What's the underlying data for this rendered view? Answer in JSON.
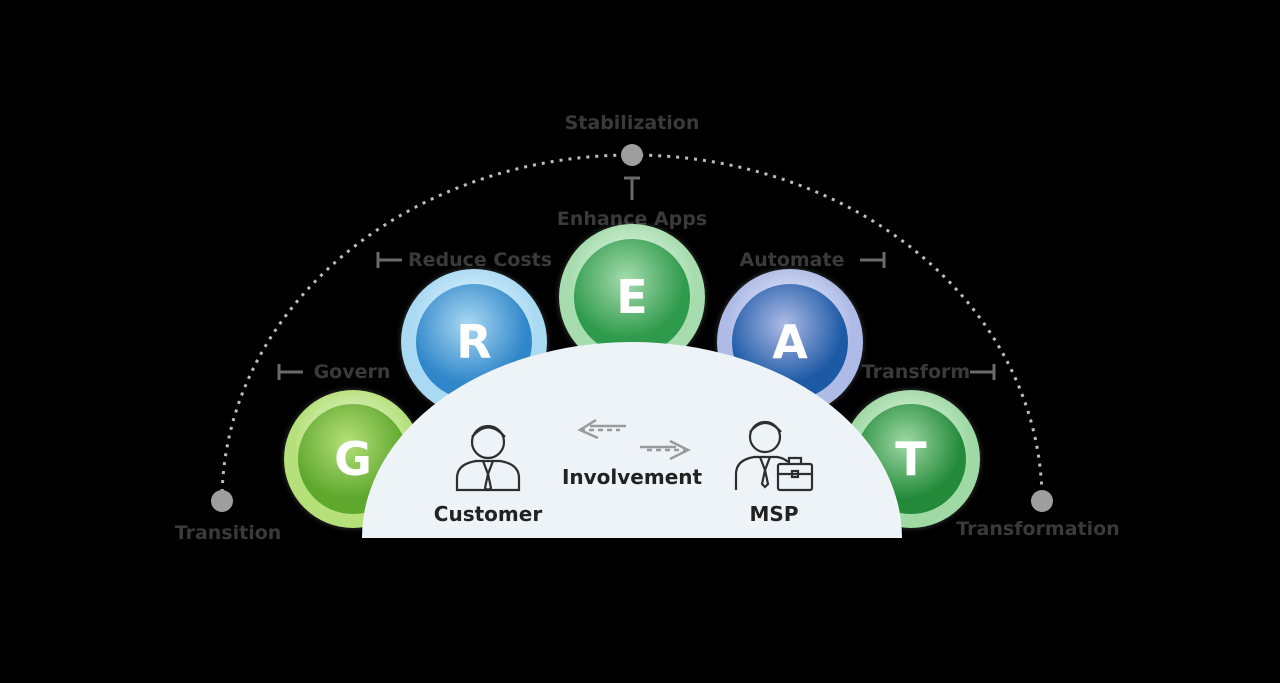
{
  "stages": {
    "left": "Transition",
    "top": "Stabilization",
    "right": "Transformation"
  },
  "letters": [
    {
      "letter": "G",
      "label": "Govern",
      "outer": "#b6e07a",
      "inner": "#5fa82e"
    },
    {
      "letter": "R",
      "label": "Reduce Costs",
      "outer": "#a9d9f3",
      "inner": "#2f86c9"
    },
    {
      "letter": "E",
      "label": "Enhance Apps",
      "outer": "#a6dcae",
      "inner": "#2e9a4b"
    },
    {
      "letter": "A",
      "label": "Automate",
      "outer": "#aebbe6",
      "inner": "#1d5aa6"
    },
    {
      "letter": "T",
      "label": "Transform",
      "outer": "#9fd9a4",
      "inner": "#238a3a"
    }
  ],
  "center": {
    "involvement": "Involvement",
    "customer": "Customer",
    "msp": "MSP"
  },
  "colors": {
    "background": "#000000",
    "dome": "#eef3f7",
    "arc": "#bdbdbd",
    "label": "#3a3a3a"
  }
}
